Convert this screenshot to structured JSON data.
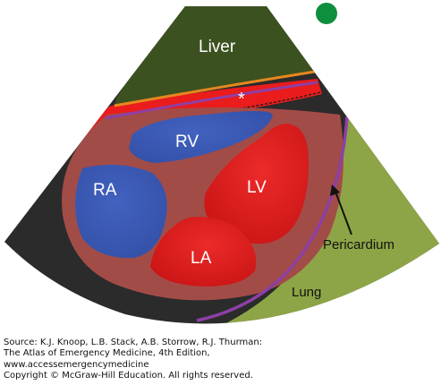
{
  "labels": {
    "liver": "Liver",
    "asterisk": "*",
    "rv": "RV",
    "ra": "RA",
    "lv": "LV",
    "la": "LA",
    "pericardium": "Pericardium",
    "lung": "Lung"
  },
  "source": {
    "line1": "Source: K.J. Knoop, L.B. Stack, A.B. Storrow, R.J. Thurman:",
    "line2": "The Atlas of Emergency Medicine, 4th Edition,",
    "line3": "www.accessemergencymedicine",
    "line4": "Copyright © McGraw-Hill Education. All rights reserved."
  },
  "colors": {
    "ultrasound_field": "#2b2b2b",
    "liver": "#3c5120",
    "lung": "#8da546",
    "heart_wall": "#a24c48",
    "right_chambers": "#3a58b2",
    "left_chambers": "#e02323",
    "pericardial_effusion": "#ea1c1c",
    "pericardium_line": "#8e3fa4",
    "liver_capsule": "#e6871f",
    "orientation_marker": "#0e8f3e"
  }
}
